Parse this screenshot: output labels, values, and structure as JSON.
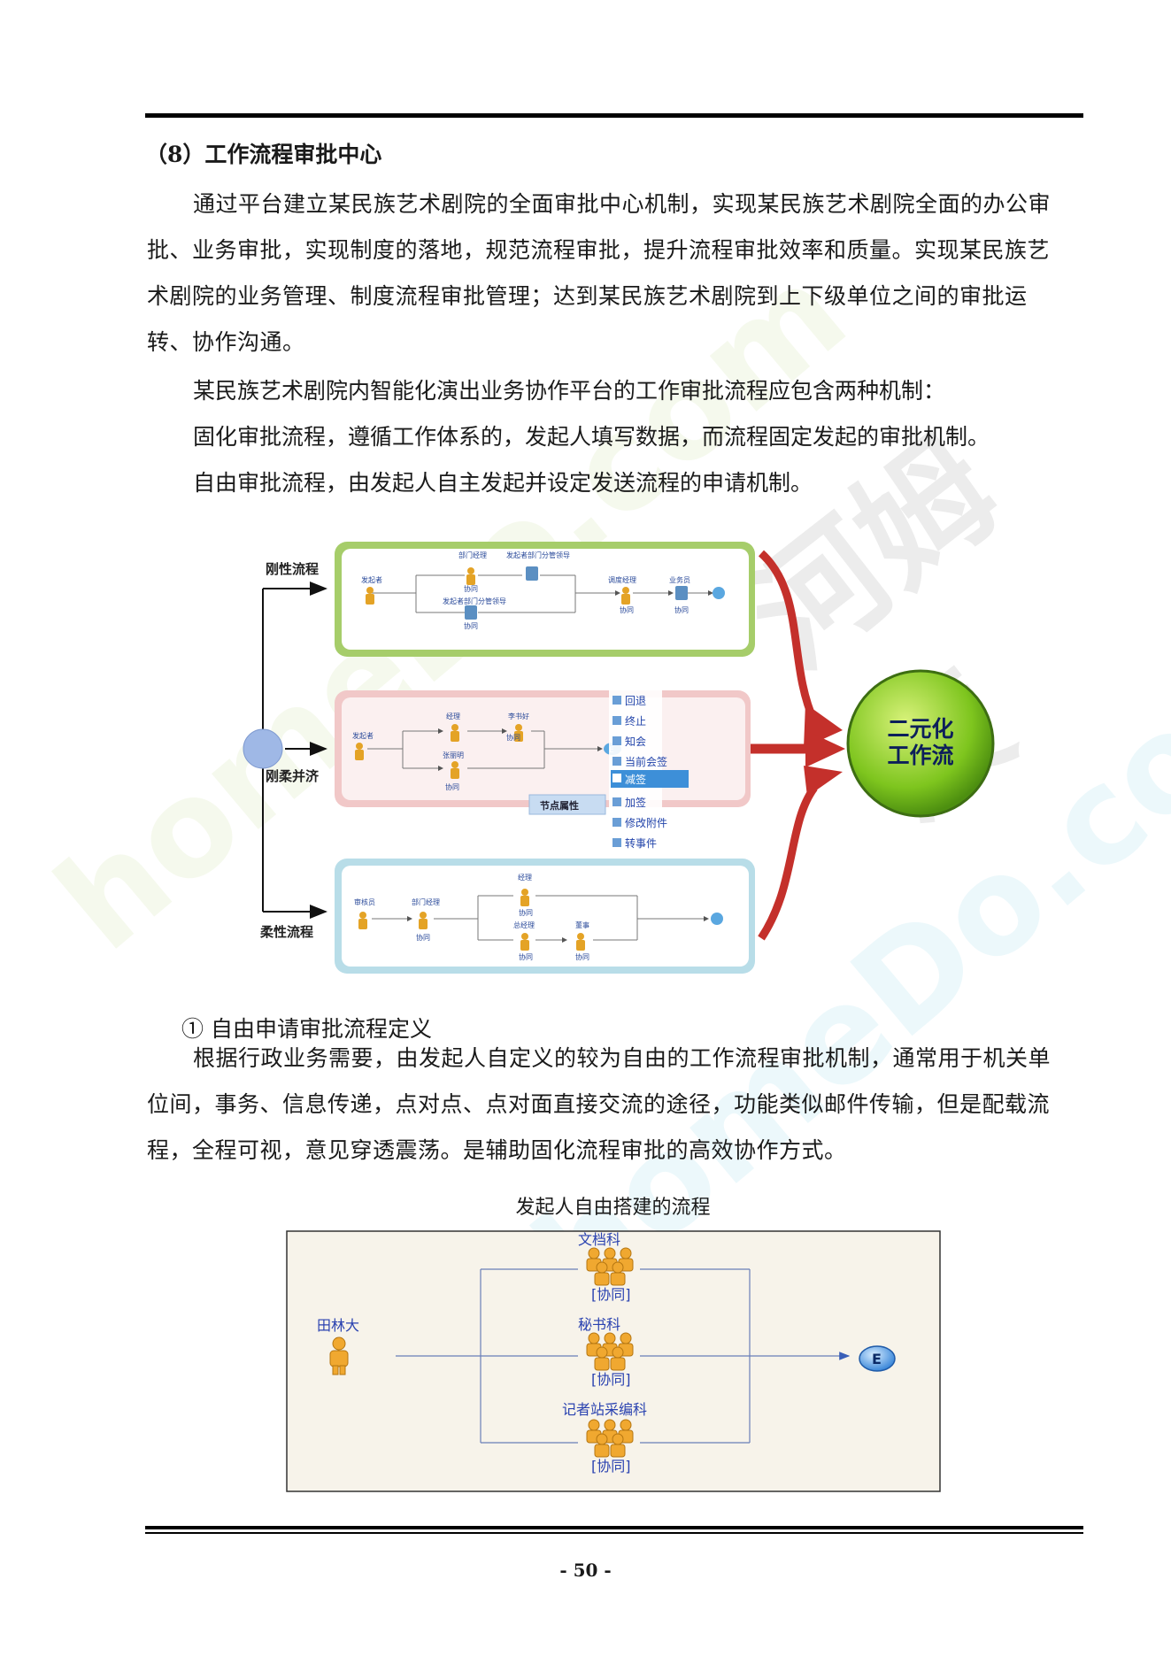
{
  "heading": "（8）工作流程审批中心",
  "paragraphs": {
    "p1": "通过平台建立某民族艺术剧院的全面审批中心机制，实现某民族艺术剧院全面的办公审批、业务审批，实现制度的落地，规范流程审批，提升流程审批效率和质量。实现某民族艺术剧院的业务管理、制度流程审批管理；达到某民族艺术剧院到上下级单位之间的审批运转、协作沟通。",
    "p2": "某民族艺术剧院内智能化演出业务协作平台的工作审批流程应包含两种机制：",
    "p3": "固化审批流程，遵循工作体系的，发起人填写数据，而流程固定发起的审批机制。",
    "p4": "自由审批流程，由发起人自主发起并设定发送流程的申请机制。",
    "p5_title": "① 自由申请审批流程定义",
    "p5": "根据行政业务需要，由发起人自定义的较为自由的工作流程审批机制，通常用于机关单位间，事务、信息传递，点对点、点对面直接交流的途径，功能类似邮件传输，但是配载流程，全程可视，意见穿透震荡。是辅助固化流程审批的高效协作方式。"
  },
  "figure1": {
    "label_rigid": "刚性流程",
    "label_mixed": "刚柔并济",
    "label_flex": "柔性流程",
    "center_line1": "二元化",
    "center_line2": "工作流",
    "rigid_nodes": [
      "发起者",
      "部门经理",
      "发起者部门分管领导",
      "发起者部门分管领导",
      "调度经理",
      "业务员"
    ],
    "mixed_nodes": [
      "发起者",
      "经理",
      "李书好",
      "张丽明"
    ],
    "flex_nodes": [
      "审核员",
      "部门经理",
      "经理",
      "总经理",
      "董事"
    ],
    "tag": "协同",
    "end": "E",
    "menu": [
      "回退",
      "终止",
      "知会",
      "当前会签",
      "减签",
      "加签",
      "修改附件",
      "转事件"
    ],
    "popup": "节点属性"
  },
  "figure2": {
    "caption": "发起人自由搭建的流程",
    "start": "田林大",
    "nodes": [
      "文档科",
      "秘书科",
      "记者站采编科"
    ],
    "tag": "[协同]",
    "end": "E"
  },
  "watermark": {
    "text_en": "homeDo.com",
    "text_cn": "河姆渡"
  },
  "page_number": "- 50 -"
}
